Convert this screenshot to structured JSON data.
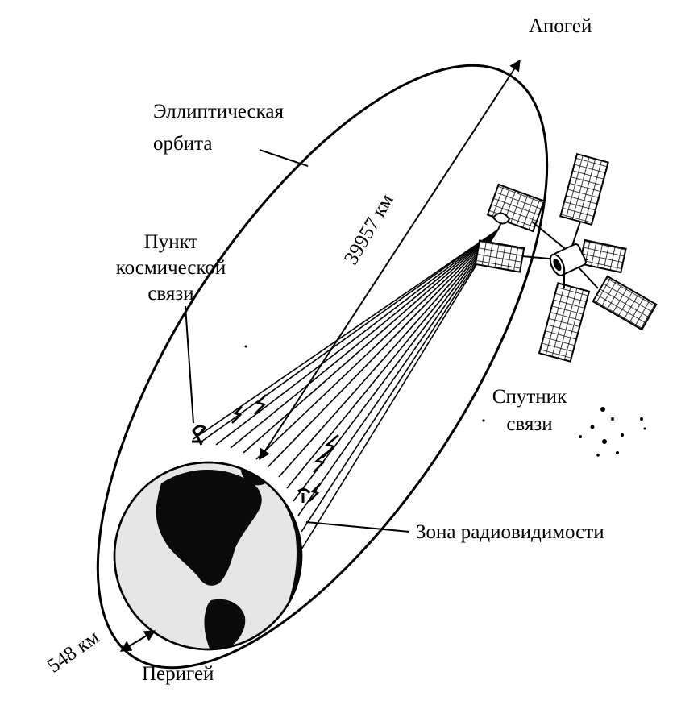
{
  "labels": {
    "apogee": "Апогей",
    "orbit_line1": "Эллиптическая",
    "orbit_line2": "орбита",
    "station_line1": "Пункт",
    "station_line2": "космической",
    "station_line3": "связи",
    "distance_apogee": "39957 км",
    "satellite_line1": "Спутник",
    "satellite_line2": "связи",
    "visibility_zone": "Зона радиовидимости",
    "distance_perigee": "548 км",
    "perigee": "Перигей"
  },
  "colors": {
    "ink": "#000000",
    "ocean": "#e6e6e6",
    "land": "#0a0a0a",
    "paper": "#ffffff"
  }
}
